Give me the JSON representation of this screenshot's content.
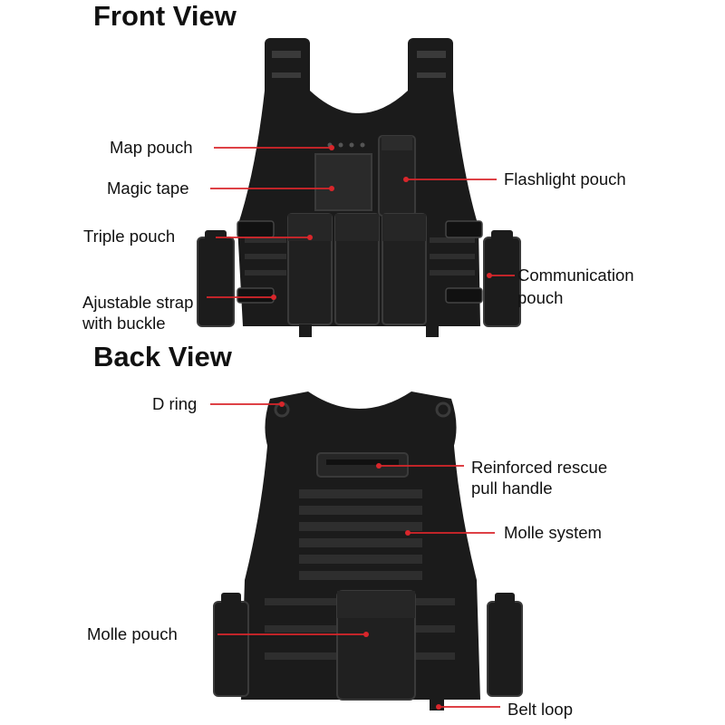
{
  "front_view": {
    "heading": "Front View",
    "labels": {
      "map_pouch": "Map pouch",
      "magic_tape": "Magic tape",
      "flashlight_pouch": "Flashlight pouch",
      "triple_pouch": "Triple pouch",
      "communication_pouch_line1": "Communication",
      "communication_pouch_line2": "pouch",
      "adjustable_strap_line1": "Ajustable strap",
      "adjustable_strap_line2": "with buckle"
    }
  },
  "back_view": {
    "heading": "Back View",
    "labels": {
      "d_ring": "D ring",
      "rescue_handle_line1": "Reinforced rescue",
      "rescue_handle_line2": "pull handle",
      "molle_system": "Molle system",
      "molle_pouch": "Molle pouch",
      "belt_loop": "Belt loop"
    }
  },
  "colors": {
    "leader_line": "#d9262b",
    "vest": "#1b1b1b",
    "vest_detail": "#2e2e2e",
    "text": "#111111",
    "background": "#ffffff"
  }
}
